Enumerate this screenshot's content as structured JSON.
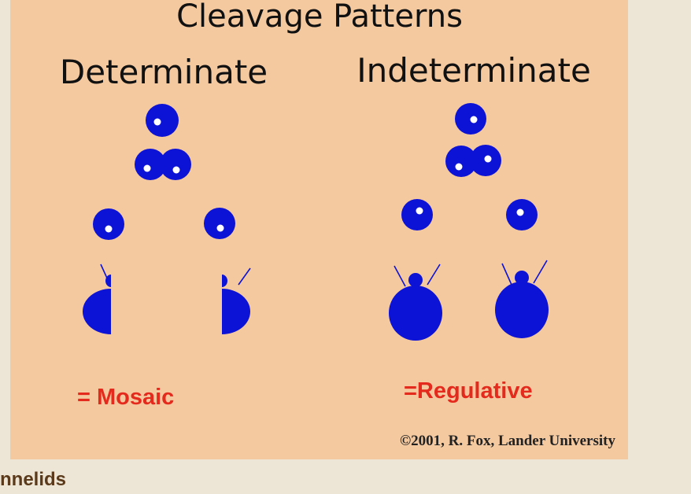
{
  "slide": {
    "title": "Cleavage Patterns",
    "credit": "©2001, R. Fox, Lander University",
    "colors": {
      "background": "#f5c9a0",
      "cell": "#0c12d6",
      "nucleus": "#ffffff",
      "label": "#e42a1d"
    },
    "columns": [
      {
        "heading": "Determinate",
        "label": "= Mosaic",
        "outcome": "half-embryos"
      },
      {
        "heading": "Indeterminate",
        "label": "=Regulative",
        "outcome": "whole-embryos"
      }
    ]
  },
  "page": {
    "caption": "nnelids"
  }
}
